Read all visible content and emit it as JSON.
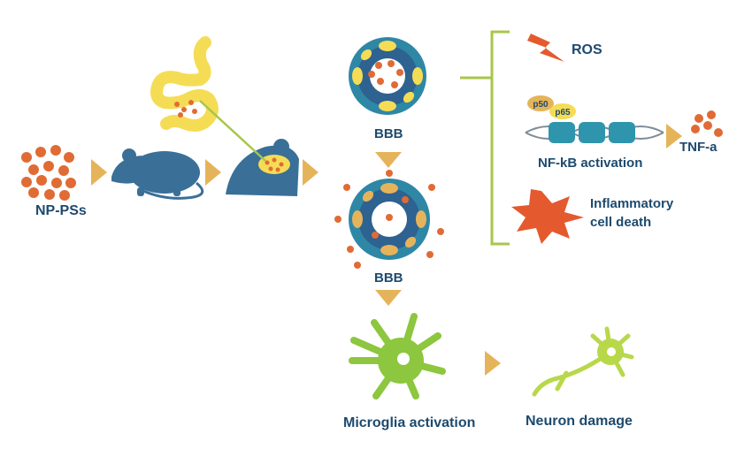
{
  "labels": {
    "nanoplastics": "NP-PSs",
    "bbb_intact": "BBB",
    "bbb_disrupted": "BBB",
    "ros": "ROS",
    "nfkb": "NF-kB activation",
    "p50": "p50",
    "p65": "p65",
    "tnf": "TNF-a",
    "inflammatory_line1": "Inflammatory",
    "inflammatory_line2": "cell death",
    "microglia": "Microglia activation",
    "neuron": "Neuron damage"
  },
  "colors": {
    "text": "#1d4a6e",
    "mouse": "#3a6f98",
    "arrow": "#e5b45a",
    "particle": "#e06b35",
    "bbb_ring": "#2f87a6",
    "bbb_dark": "#2e6290",
    "gut": "#f5dc55",
    "bracket": "#a8c64a",
    "microglia": "#8dc63f",
    "neuron": "#b8d84a",
    "burst": "#e45a2e",
    "dna": "#2f95ad"
  }
}
